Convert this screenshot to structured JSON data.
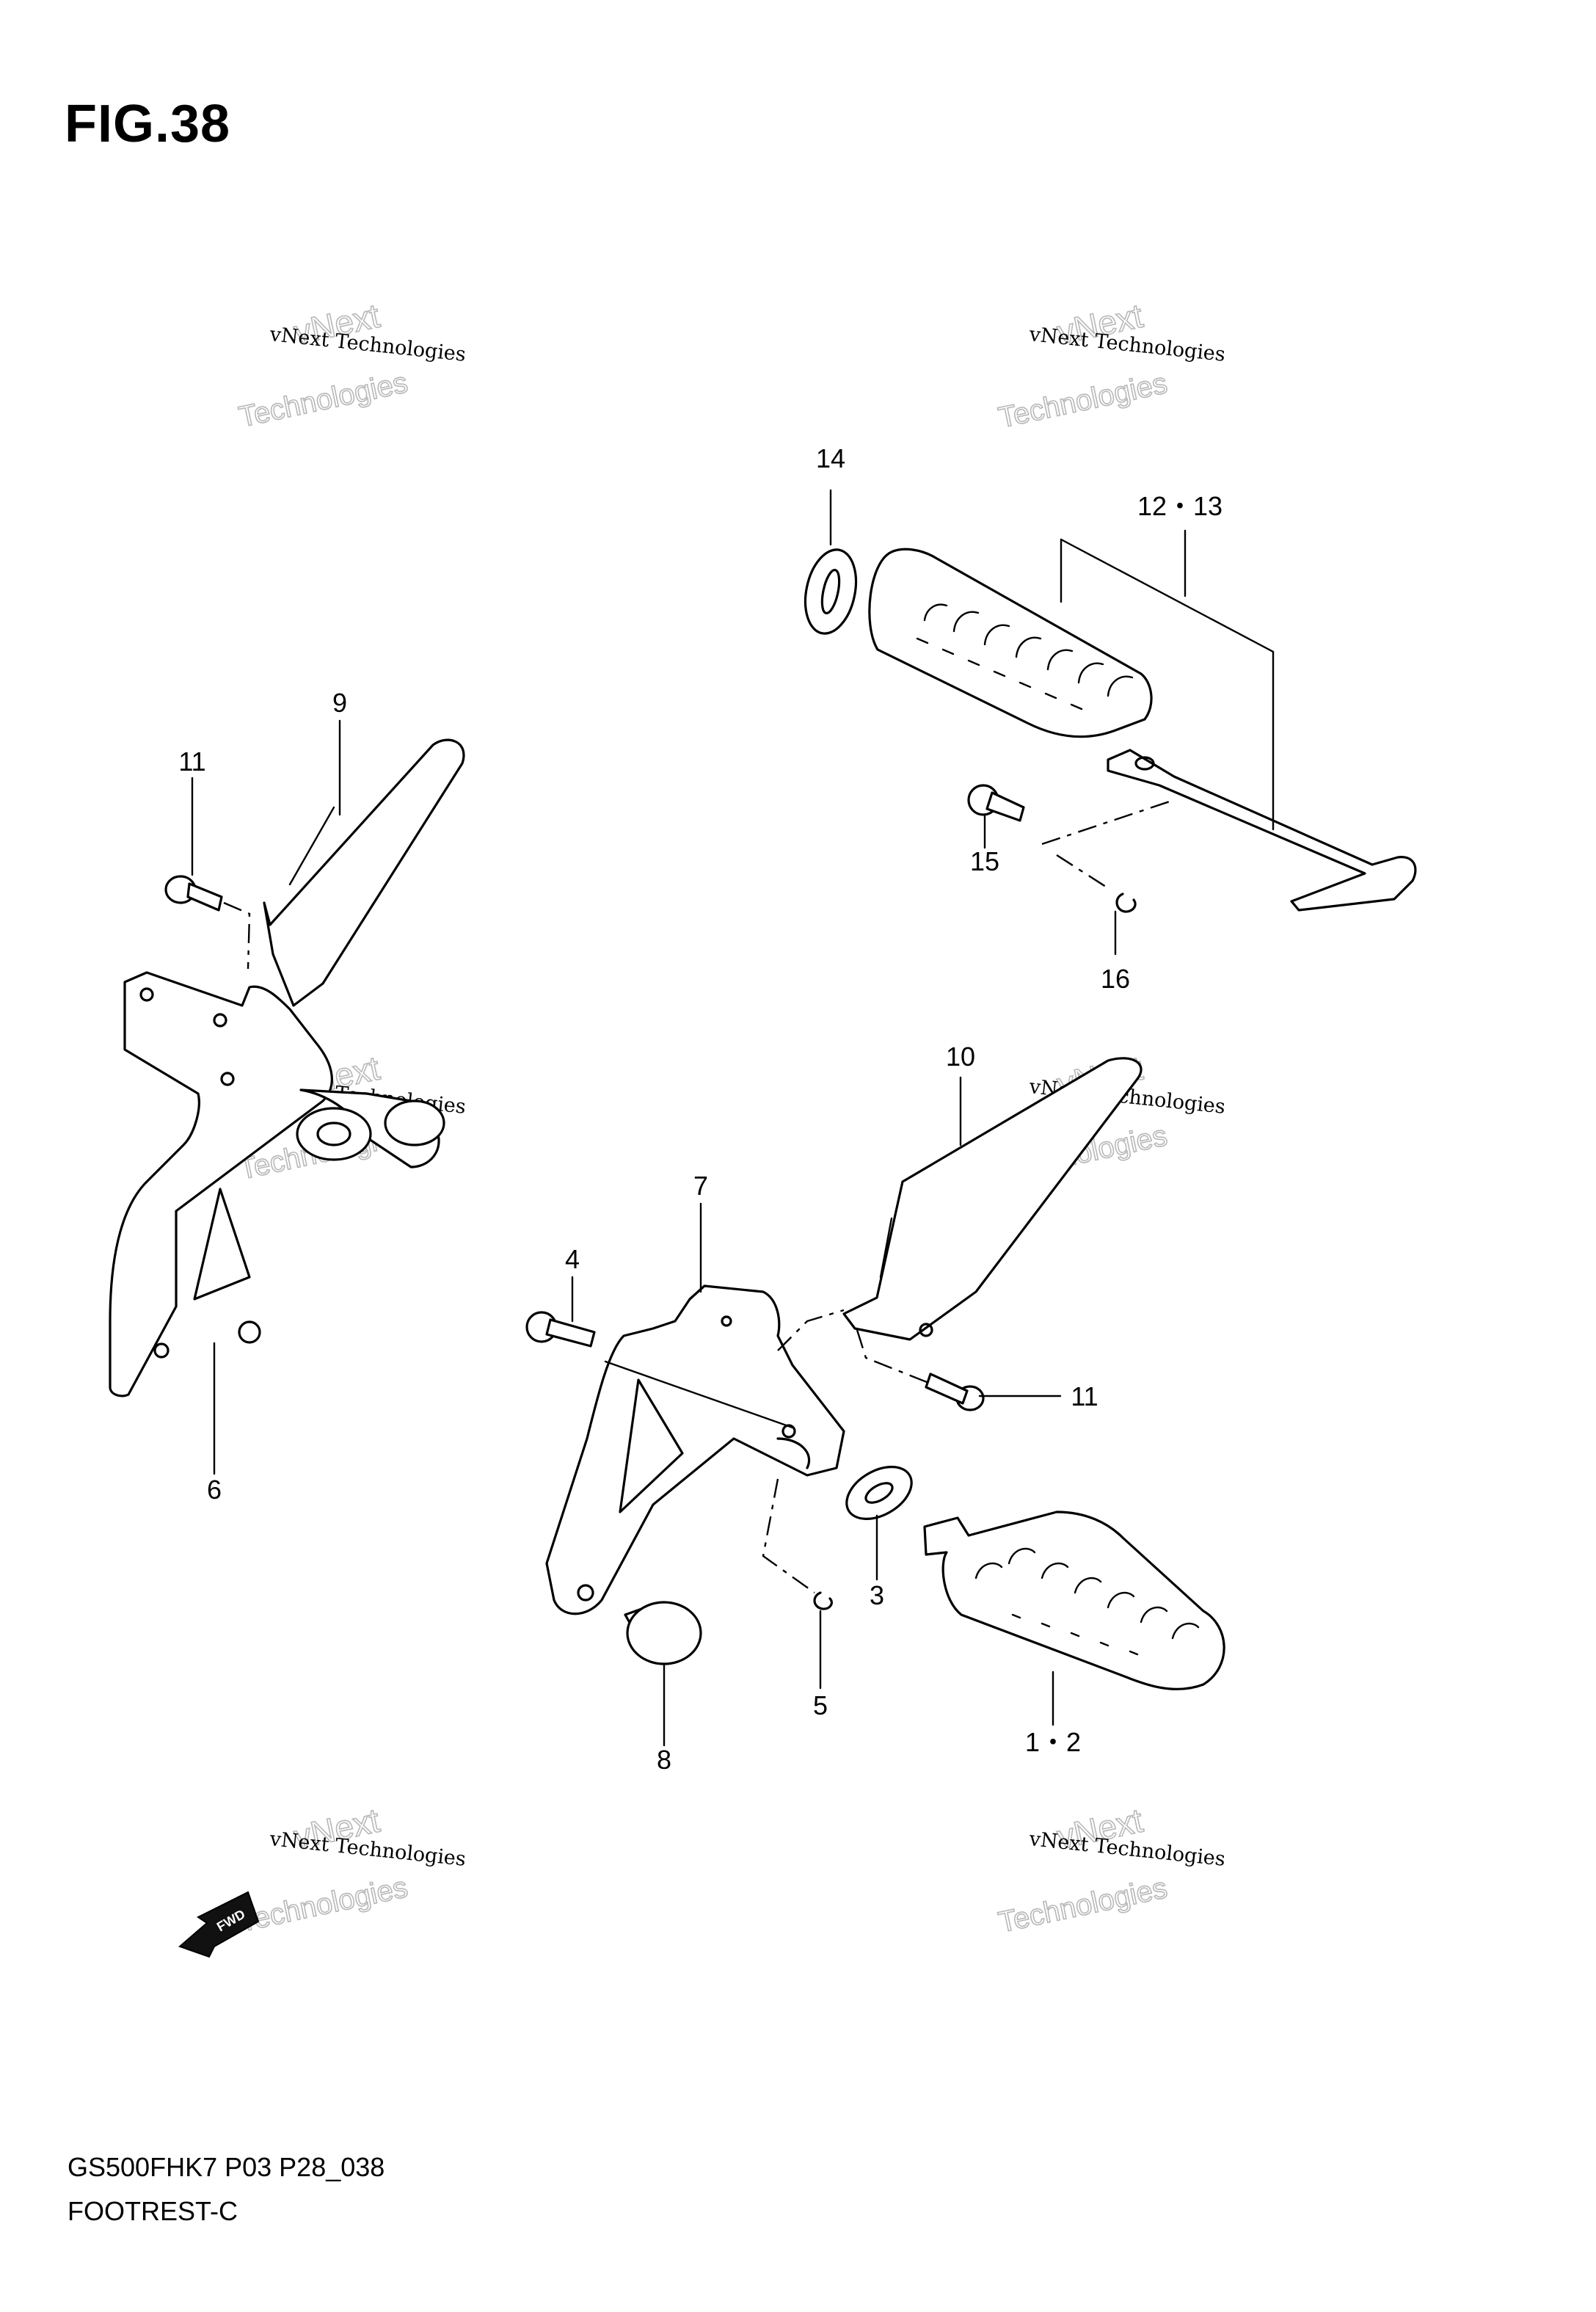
{
  "figure": {
    "title": "FIG.38",
    "code": "GS500FHK7 P03 P28_038",
    "name": "FOOTREST-C"
  },
  "watermark": {
    "line": "vNext Technologies",
    "word1": "vNext",
    "word2": "Technologies"
  },
  "callouts": [
    {
      "id": "c14",
      "label": "14"
    },
    {
      "id": "c12",
      "label": "12・13"
    },
    {
      "id": "c15",
      "label": "15"
    },
    {
      "id": "c16",
      "label": "16"
    },
    {
      "id": "c9",
      "label": "9"
    },
    {
      "id": "c11a",
      "label": "11"
    },
    {
      "id": "c6",
      "label": "6"
    },
    {
      "id": "c10",
      "label": "10"
    },
    {
      "id": "c7",
      "label": "7"
    },
    {
      "id": "c4",
      "label": "4"
    },
    {
      "id": "c11b",
      "label": "11"
    },
    {
      "id": "c3",
      "label": "3"
    },
    {
      "id": "c5",
      "label": "5"
    },
    {
      "id": "c8",
      "label": "8"
    },
    {
      "id": "c1",
      "label": "1・2"
    }
  ],
  "fwd_label": "FWD",
  "colors": {
    "line": "#000000",
    "watermark": "#b8b8b8",
    "background": "#ffffff"
  }
}
